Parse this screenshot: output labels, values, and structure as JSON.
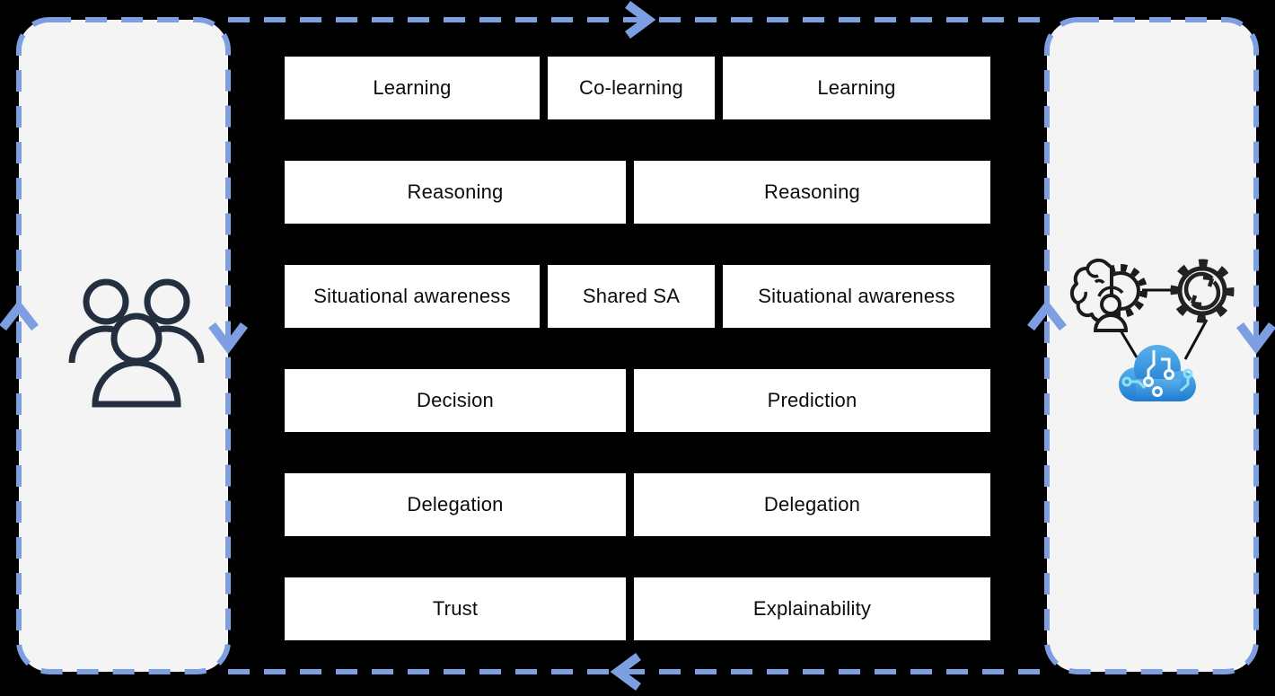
{
  "diagram": {
    "background_color": "#000000",
    "accent_color": "#7d9ee0",
    "panel_fill": "#f4f4f5",
    "human_icon_color": "#232f3e",
    "left_panel": {
      "icon": "people-group-icon"
    },
    "right_panel": {
      "icons": [
        "brain-gear-person-icon",
        "sync-gear-icon",
        "cloud-circuit-icon"
      ],
      "cloud_colors": {
        "top": "#58b0ea",
        "bottom": "#1e7bd2",
        "circuit_light": "#ffffff",
        "circuit_cyan": "#8ee0f2"
      }
    },
    "arrows": [
      {
        "name": "top-arrow",
        "direction": "right"
      },
      {
        "name": "bottom-arrow",
        "direction": "left"
      },
      {
        "name": "left-outer-arrow",
        "direction": "up"
      },
      {
        "name": "left-inner-arrow",
        "direction": "down"
      },
      {
        "name": "right-inner-arrow",
        "direction": "up"
      },
      {
        "name": "right-outer-arrow",
        "direction": "down"
      }
    ],
    "matrix": {
      "rows": [
        {
          "cells": [
            {
              "label": "Learning"
            },
            {
              "label": "Co-learning"
            },
            {
              "label": "Learning"
            }
          ]
        },
        {
          "cells": [
            {
              "label": "Reasoning"
            },
            {
              "label": "Reasoning"
            }
          ]
        },
        {
          "cells": [
            {
              "label": "Situational awareness"
            },
            {
              "label": "Shared SA"
            },
            {
              "label": "Situational awareness"
            }
          ]
        },
        {
          "cells": [
            {
              "label": "Decision"
            },
            {
              "label": "Prediction"
            }
          ]
        },
        {
          "cells": [
            {
              "label": "Delegation"
            },
            {
              "label": "Delegation"
            }
          ]
        },
        {
          "cells": [
            {
              "label": "Trust"
            },
            {
              "label": "Explainability"
            }
          ]
        }
      ]
    }
  }
}
